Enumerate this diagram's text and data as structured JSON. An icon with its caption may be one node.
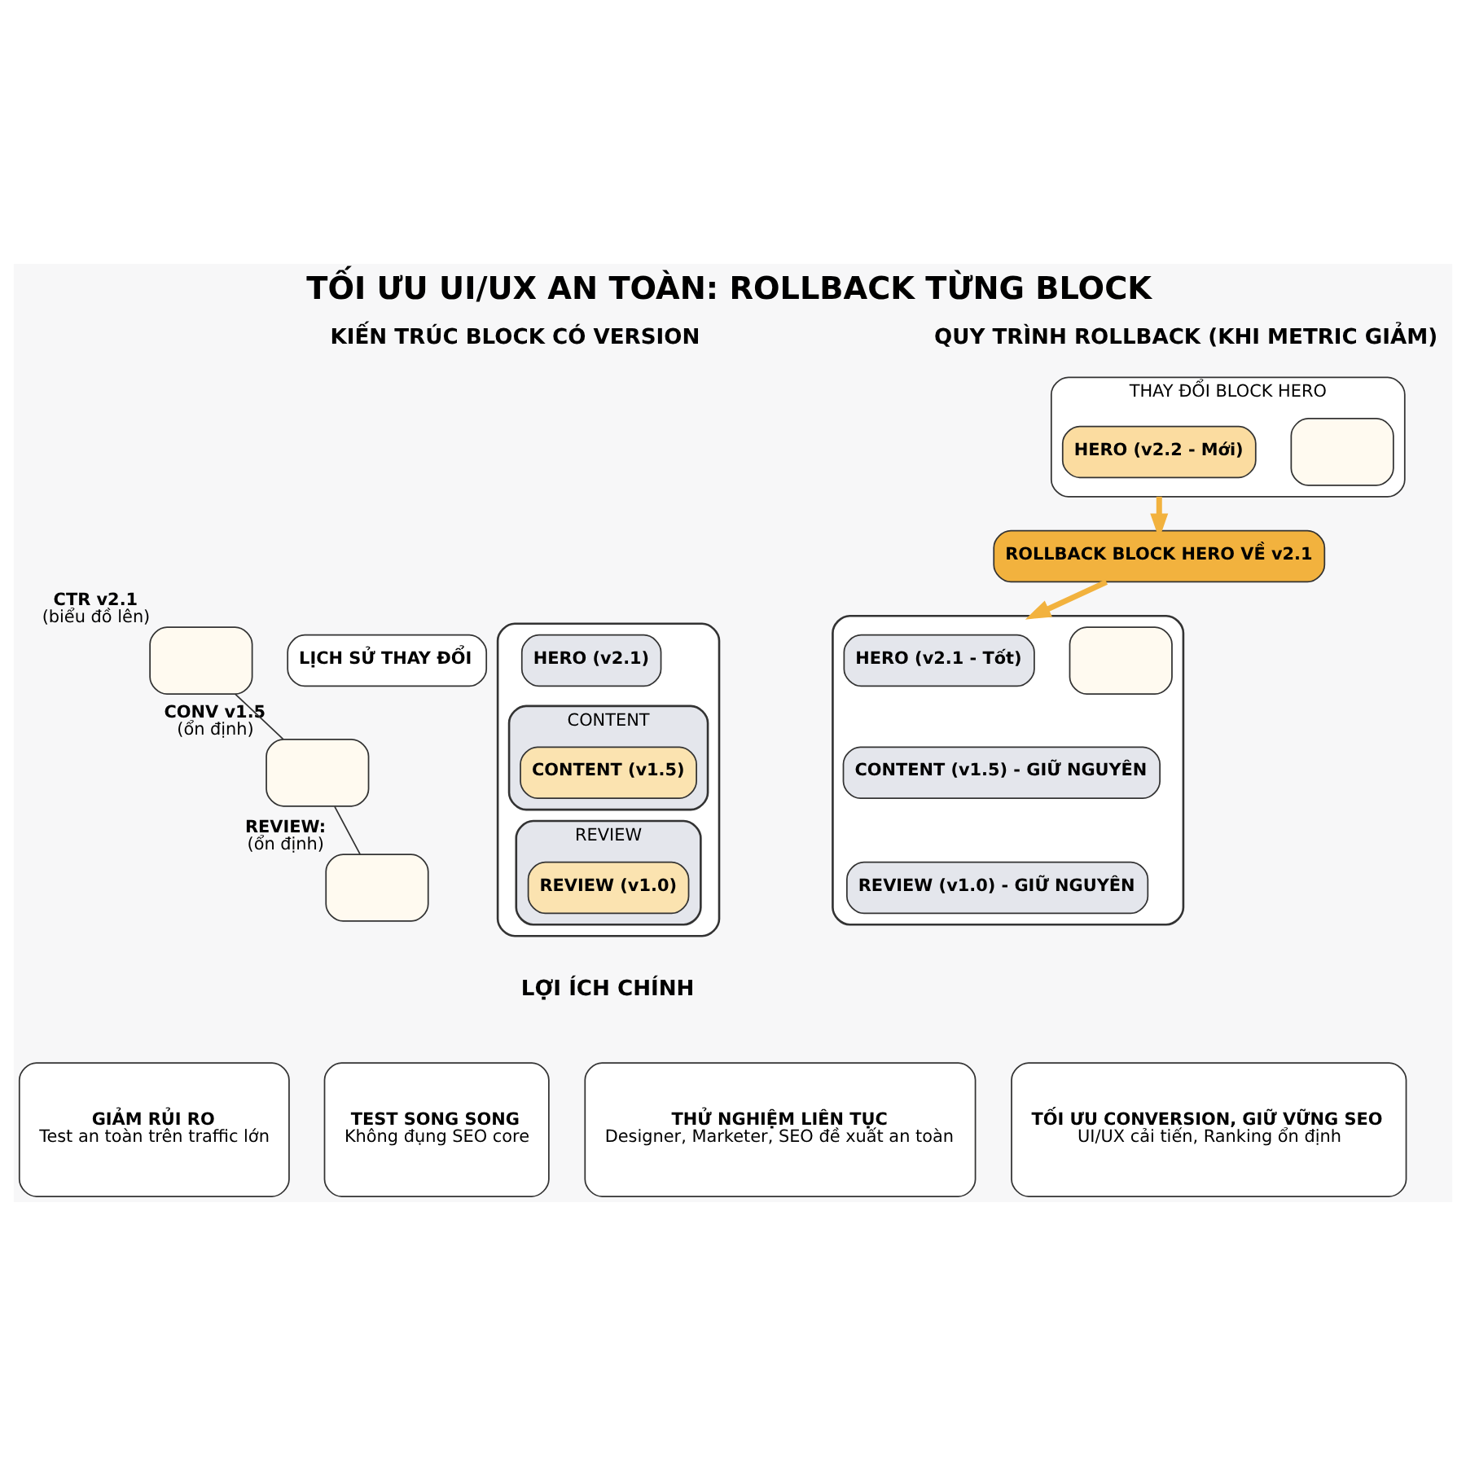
{
  "diagram": {
    "title": "TỐI ƯU UI/UX AN TOÀN: ROLLBACK TỪNG BLOCK",
    "nodes": [
      {
        "text": [],
        "shape": "box"
      },
      {
        "text": [
          "HERO (v2.1)"
        ],
        "in": 0
      },
      {
        "text": [
          "CONTENT"
        ],
        "in": 0
      },
      {
        "text": [
          "CONTENT (v1.5)"
        ],
        "in": 2
      },
      {
        "text": [
          "REVIEW"
        ],
        "in": 0
      },
      {
        "text": [
          "REVIEW (v1.0)"
        ],
        "in": 4
      },
      {
        "text": [],
        "shape": "box",
        "beside": [
          "CTR v2.1",
          "(biểu đồ lên)"
        ]
      },
      {
        "text": [],
        "shape": "box",
        "beside": [
          "CONV v1.5",
          "(ổn định)"
        ]
      },
      {
        "text": [],
        "shape": "box",
        "beside": [
          "REVIEW:",
          "(ổn định)"
        ]
      },
      {
        "text": [
          "LỊCH SỬ THAY ĐỔI"
        ]
      },
      {
        "text": [
          "THAY ĐỔI BLOCK HERO"
        ]
      },
      {
        "text": [
          "HERO (v2.2 - Mới)"
        ],
        "in": 10
      },
      {
        "text": [],
        "shape": "box",
        "in": 10
      },
      {
        "text": [
          "ROLLBACK BLOCK HERO VỀ v2.1"
        ]
      },
      {
        "text": [],
        "shape": "box"
      },
      {
        "text": [
          "HERO (v2.1 - Tốt)"
        ],
        "in": 14
      },
      {
        "text": [],
        "shape": "box",
        "in": 14
      },
      {
        "text": [
          "CONTENT (v1.5) - GIỮ NGUYÊN"
        ],
        "in": 14
      },
      {
        "text": [
          "REVIEW (v1.0) - GIỮ NGUYÊN"
        ],
        "in": 14
      },
      {
        "text": [
          "GIẢM RỦI RO",
          "Test an toàn trên traffic lớn"
        ]
      },
      {
        "text": [
          "TEST SONG SONG",
          "Không đụng SEO core"
        ]
      },
      {
        "text": [
          "THỬ NGHIỆM LIÊN TỤC",
          "Designer, Marketer, SEO đề xuất an toàn"
        ]
      },
      {
        "text": [
          "TỐI ƯU CONVERSION, GIỮ VỮNG SEO",
          "UI/UX cải tiến, Ranking ổn định"
        ]
      }
    ],
    "edges": [
      {
        "from": 6,
        "to": 7,
        "arrow": "none"
      },
      {
        "from": 7,
        "to": 8,
        "arrow": "none"
      },
      {
        "from": 10,
        "to": 13,
        "arrow": "to",
        "style": "thick",
        "color": "#f2b23e"
      },
      {
        "from": 13,
        "to": 14,
        "arrow": "to",
        "style": "thick",
        "color": "#f2b23e"
      }
    ],
    "labels": [
      "KIẾN TRÚC BLOCK CÓ VERSION",
      "QUY TRÌNH ROLLBACK (KHI METRIC GIẢM)",
      "LỢI ÍCH CHÍNH"
    ]
  }
}
